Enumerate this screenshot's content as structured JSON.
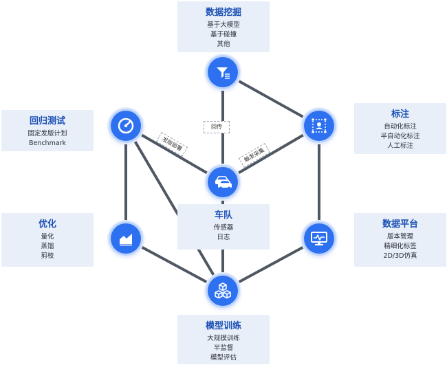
{
  "nodes": {
    "data_mining": {
      "title": "数据挖掘",
      "lines": [
        "基于大模型",
        "基于碰撞",
        "其他"
      ]
    },
    "labeling": {
      "title": "标注",
      "lines": [
        "自动化标注",
        "半自动化标注",
        "人工标注"
      ]
    },
    "data_platform": {
      "title": "数据平台",
      "lines": [
        "版本管理",
        "精细化标签",
        "2D/3D仿真"
      ]
    },
    "model_training": {
      "title": "模型训练",
      "lines": [
        "大规模训练",
        "半监督",
        "模型评估"
      ]
    },
    "optimization": {
      "title": "优化",
      "lines": [
        "量化",
        "蒸馏",
        "剪枝"
      ]
    },
    "regression_test": {
      "title": "回归测试",
      "lines": [
        "固定发版计划",
        "Benchmark"
      ]
    },
    "fleet": {
      "title": "车队",
      "lines": [
        "传感器",
        "日志"
      ]
    }
  },
  "edge_labels": {
    "return": "回传",
    "deploy": "发版部署",
    "trigger": "触发采集"
  },
  "icons": {
    "data_mining": "funnel-icon",
    "labeling": "bounding-box-user-icon",
    "data_platform": "monitor-pulse-icon",
    "model_training": "cubes-icon",
    "optimization": "area-chart-icon",
    "regression_test": "gauge-icon",
    "fleet": "cars-icon"
  },
  "colors": {
    "accent": "#2e71f0",
    "title": "#1b4fb6",
    "card_bg": "#e8eff8",
    "edge": "#4f5763"
  }
}
